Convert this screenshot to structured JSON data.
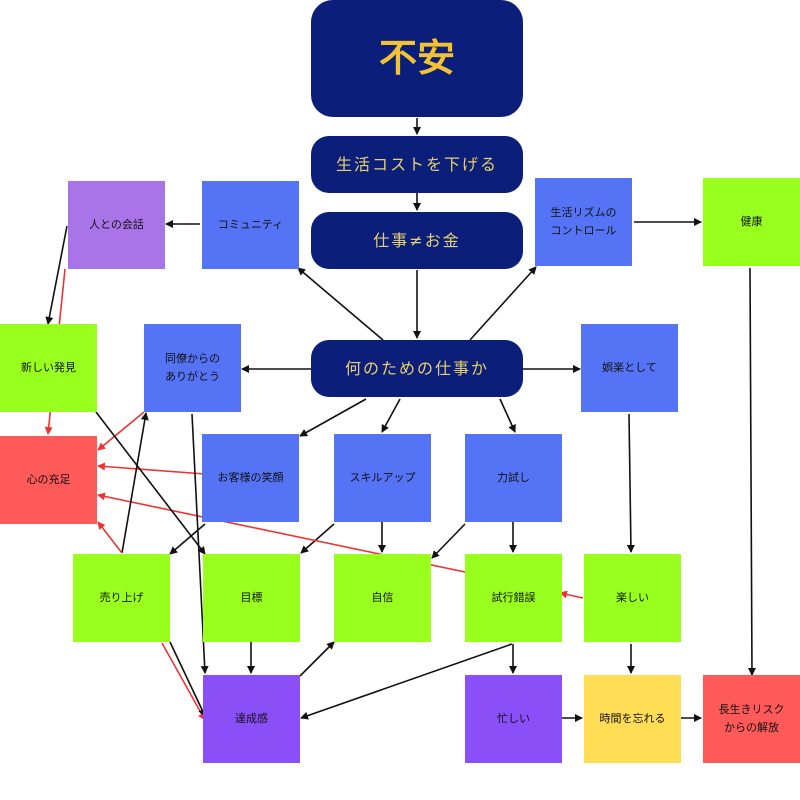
{
  "colors": {
    "navy": "#0b1f7a",
    "blue": "#5574f5",
    "lavender": "#a874e8",
    "green": "#99ff1f",
    "red": "#ff5a5a",
    "violet": "#8b4ff7",
    "yellow": "#ffdd55",
    "edge_black": "#111111",
    "edge_red": "#ee3333"
  },
  "nodes": {
    "anxiety": "不安",
    "lower_cost": "生活コストを下げる",
    "work_not_money": "仕事≠お金",
    "why_work": "何のための仕事か",
    "community": "コミュニティ",
    "talk": "人との会話",
    "rhythm": "生活リズムの\nコントロール",
    "health": "健康",
    "discovery": "新しい発見",
    "thanks": "同僚からの\nありがとう",
    "entertainment": "娯楽として",
    "fulfillment": "心の充足",
    "smile": "お客様の笑顔",
    "skillup": "スキルアップ",
    "trial": "力試し",
    "sales": "売り上げ",
    "goal": "目標",
    "confidence": "自信",
    "trial_error": "試行錯誤",
    "fun": "楽しい",
    "achievement": "達成感",
    "busy": "忙しい",
    "forget_time": "時間を忘れる",
    "longevity": "長生きリスク\nからの解放"
  }
}
